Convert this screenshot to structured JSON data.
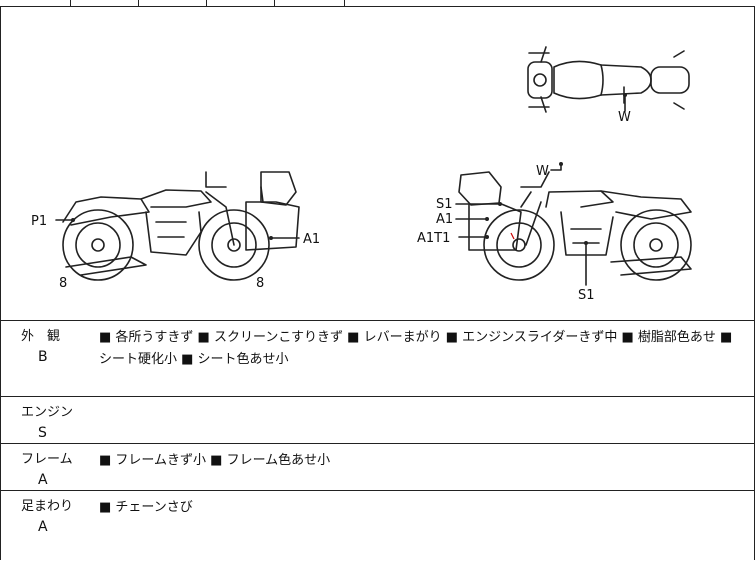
{
  "markers": {
    "top_view": "W",
    "left_p1": "P1",
    "left_a1": "A1",
    "left_wheel_rear": "8",
    "left_wheel_front": "8",
    "right_w": "W",
    "right_s1": "S1",
    "right_a1": "A1",
    "right_a1t1": "A1T1",
    "right_s1_bottom": "S1"
  },
  "sections": [
    {
      "label": "外　観",
      "grade": "B",
      "items_line1": "■ 各所うすきず ■ スクリーンこすりきず ■ レバーまがり ■ エンジンスライダーきず中 ■ 樹脂部色あせ ■",
      "items_line2": "シート硬化小 ■ シート色あせ小"
    },
    {
      "label": "エンジン",
      "grade": "S",
      "items_line1": ""
    },
    {
      "label": "フレーム",
      "grade": "A",
      "items_line1": "■ フレームきず小 ■ フレーム色あせ小"
    },
    {
      "label": "足まわり",
      "grade": "A",
      "items_line1": "■ チェーンさび"
    }
  ]
}
